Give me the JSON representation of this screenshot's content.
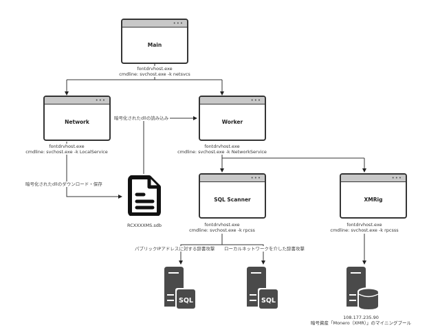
{
  "processes": {
    "main": {
      "title": "Main",
      "exe": "fontdrvhost.exe",
      "cmdline": "cmdline: svchost.exe -k netsvcs"
    },
    "network": {
      "title": "Network",
      "exe": "fontdrvhost.exe",
      "cmdline": "cmdline: svchost.exe -k LocalService"
    },
    "worker": {
      "title": "Worker",
      "exe": "fontdrvhost.exe",
      "cmdline": "cmdline: svchost.exe -k NetworkService"
    },
    "sql_scanner": {
      "title": "SQL Scanner",
      "exe": "fontdrvhost.exe",
      "cmdline": "cmdline: svchost.exe -k rpcss"
    },
    "xmrig": {
      "title": "XMRig",
      "exe": "fontdrvhost.exe",
      "cmdline": "cmdline: svchost.exe -k rpcsss"
    }
  },
  "window_dots": "•••",
  "file": {
    "name": "RCXXXXMS.sdb",
    "icon": "document-icon"
  },
  "edges": {
    "load_dll": "暗号化されたdllの読み込み",
    "download_dll": "暗号化されたdllのダウンロード・保存",
    "public_ip_attack": "パブリックIPアドレスに対する辞書攻撃",
    "local_network_attack": "ローカルネットワークを介した辞書攻撃"
  },
  "servers": {
    "sql_public": {
      "icon": "sql-server-icon",
      "badge": "SQL"
    },
    "sql_local": {
      "icon": "sql-server-icon",
      "badge": "SQL"
    },
    "mining_pool": {
      "icon": "database-server-icon",
      "ip": "108.177.235.90",
      "description": "暗号資産「Monero（XMR）」のマイニングプール"
    }
  },
  "colors": {
    "stroke": "#333333",
    "titlebar": "#c8c8c8",
    "server": "#4a4a4a"
  }
}
